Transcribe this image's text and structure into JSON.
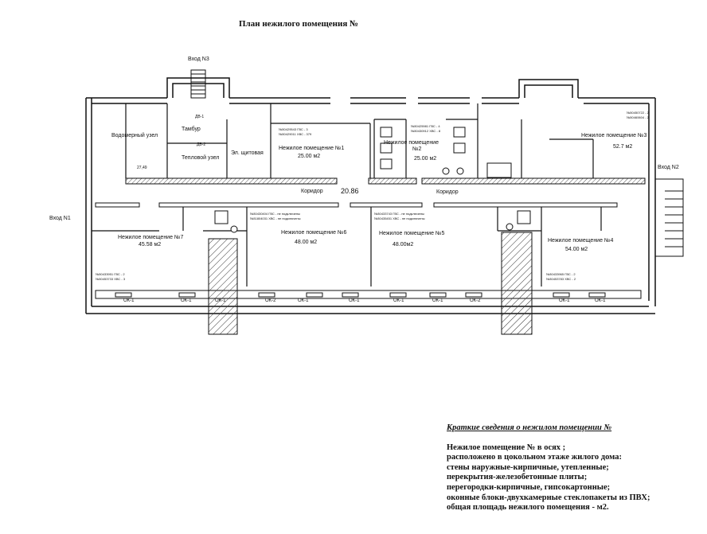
{
  "plan": {
    "title": "План нежилого помещения №",
    "entrances": {
      "n1": "Вход N1",
      "n2": "Вход N2",
      "n3": "Вход N3"
    },
    "rooms": {
      "vodomer": "Водомерный узел",
      "tambur": "Тамбур",
      "teplo": "Тепловой узел",
      "schitovaya": "Эл. щитовая",
      "small_area": "27,49",
      "dv1": "ДВ-1",
      "dv2": "ДВ-2",
      "r1_name": "Нежилое помещение №1",
      "r1_area": "25.00 м2",
      "r2_name": "Нежилое помещение",
      "r2_no": "№2",
      "r2_area": "25.00 м2",
      "r3_name": "Нежилое помещение №3",
      "r3_area": "52.7 м2",
      "r4_name": "Нежилое помещение №4",
      "r4_area": "54.00 м2",
      "r5_name": "Нежилое помещение №5",
      "r5_area": "48.00м2",
      "r6_name": "Нежилое помещение №6",
      "r6_area": "48.00 м2",
      "r7_name": "Нежилое помещение №7",
      "r7_area": "45.58 м2",
      "corridor_left": "Коридор",
      "corridor_right": "Коридор",
      "corridor_area": "20.86"
    },
    "meters": {
      "r1": [
        "№30429543 ГВС - 3",
        "№30429011 ХВС - 379"
      ],
      "r2": [
        "№30425981 ГВС - 4",
        "№30430912 ХВС - 8"
      ],
      "r3": [
        "№30450722 - 2",
        "№30460604 - 2"
      ],
      "r6": [
        "№30430404 ГВС - не подключены",
        "№31804031 ХВС - не подключены"
      ],
      "r5": [
        "№30433743 ГВС - не подключены",
        "№30435451 ХВС - не подключены"
      ],
      "r7": [
        "№30433951 ГВС - 2",
        "№30453733 ХВС - 3"
      ],
      "r4": [
        "№30433965 ГВС - 2",
        "№30453783 ХВС - 2"
      ]
    },
    "windows": [
      "ОК-1",
      "ОК-1",
      "ОК-1",
      "ОК-2",
      "ОК-1",
      "ОК-1",
      "ОК-1",
      "ОК-1",
      "ОК-2",
      "ОК-1",
      "ОК-1"
    ]
  },
  "notes": {
    "heading": "Краткие сведения о нежилом помещении №",
    "lines": [
      "Нежилое помещение №   в осях      ;",
      "расположено в цокольном этаже жилого дома:",
      "стены наружные-кирпичные, утепленные;",
      "перекрытия-железобетонные плиты;",
      "перегородки-кирпичные, гипсокартонные;",
      "оконные блоки-двухкамерные стеклопакеты из ПВХ;",
      "общая площадь нежилого помещения -          м2."
    ]
  }
}
